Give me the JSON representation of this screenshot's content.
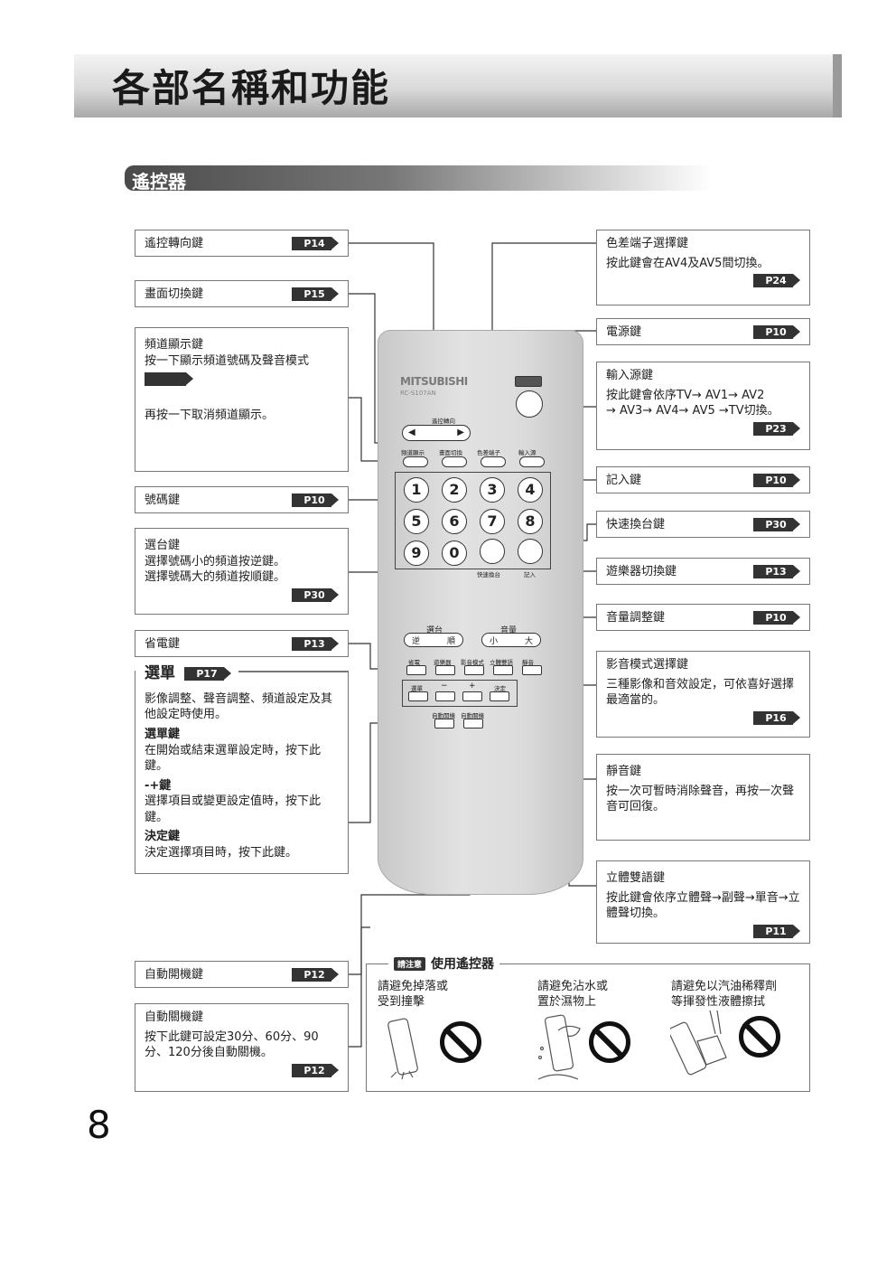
{
  "page": {
    "title": "各部名稱和功能",
    "section": "遙控器",
    "number": "8"
  },
  "left_boxes": {
    "direction": {
      "name": "遙控轉向鍵",
      "page": "P14"
    },
    "screen": {
      "name": "畫面切換鍵",
      "page": "P15"
    },
    "channel_display": {
      "name": "頻道顯示鍵",
      "line1": "按一下顯示頻道號碼及聲音模式",
      "line2": "再按一下取消頻道顯示。"
    },
    "number": {
      "name": "號碼鍵",
      "page": "P10"
    },
    "select": {
      "name": "選台鍵",
      "line1": "選擇號碼小的頻道按逆鍵。",
      "line2": "選擇號碼大的頻道按順鍵。",
      "page": "P30"
    },
    "power_save": {
      "name": "省電鍵",
      "page": "P13"
    },
    "menu": {
      "name": "選單",
      "page": "P17",
      "desc": "影像調整、聲音調整、頻道設定及其他設定時使用。",
      "k1": "選單鍵",
      "d1": "在開始或結束選單設定時，按下此鍵。",
      "k2": "-+鍵",
      "d2": "選擇項目或變更設定值時，按下此鍵。",
      "k3": "決定鍵",
      "d3": "決定選擇項目時，按下此鍵。"
    },
    "auto_on": {
      "name": "自動開機鍵",
      "page": "P12"
    },
    "auto_off": {
      "name": "自動關機鍵",
      "desc": "按下此鍵可設定30分、60分、90分、120分後自動關機。",
      "page": "P12"
    }
  },
  "right_boxes": {
    "component": {
      "name": "色差端子選擇鍵",
      "desc": "按此鍵會在AV4及AV5間切換。",
      "page": "P24"
    },
    "power": {
      "name": "電源鍵",
      "page": "P10"
    },
    "input": {
      "name": "輸入源鍵",
      "desc1": "按此鍵會依序TV→ AV1→ AV2",
      "desc2": "→ AV3→ AV4→ AV5 →TV切換。",
      "page": "P23"
    },
    "memory": {
      "name": "記入鍵",
      "page": "P10"
    },
    "quick": {
      "name": "快速換台鍵",
      "page": "P30"
    },
    "game": {
      "name": "遊樂器切換鍵",
      "page": "P13"
    },
    "volume": {
      "name": "音量調整鍵",
      "page": "P10"
    },
    "av_mode": {
      "name": "影音模式選擇鍵",
      "desc": "三種影像和音效設定，可依喜好選擇最適當的。",
      "page": "P16"
    },
    "mute": {
      "name": "靜音鍵",
      "desc": "按一次可暫時消除聲音，再按一次聲音可回復。"
    },
    "stereo": {
      "name": "立體雙語鍵",
      "desc": "按此鍵會依序立體聲→副聲→單音→立體聲切換。",
      "page": "P11"
    }
  },
  "remote": {
    "brand": "MITSUBISHI",
    "model": "RC-S107AN",
    "direction_label": "遙控轉向",
    "top_labels": [
      "頻道顯示",
      "畫面切換",
      "色差端子",
      "輸入源"
    ],
    "digits": [
      "1",
      "2",
      "3",
      "4",
      "5",
      "6",
      "7",
      "8",
      "9",
      "0"
    ],
    "quick_label": "快速換台",
    "memory_label": "記入",
    "channel_label": "選台",
    "ch_down": "逆",
    "ch_up": "順",
    "volume_label": "音量",
    "vol_down": "小",
    "vol_up": "大",
    "func_labels": [
      "省電",
      "遊樂器",
      "影音模式",
      "立體雙語",
      "靜音"
    ],
    "menu_labels": [
      "選單",
      "−",
      "+",
      "決定"
    ],
    "auto_labels": [
      "自動開機",
      "自動關機"
    ]
  },
  "notice": {
    "badge": "請注意",
    "title": "使用遙控器",
    "w1a": "請避免掉落或",
    "w1b": "受到撞擊",
    "w2a": "請避免沾水或",
    "w2b": "置於濕物上",
    "w3a": "請避免以汽油稀釋劑",
    "w3b": "等揮發性液體擦拭"
  }
}
